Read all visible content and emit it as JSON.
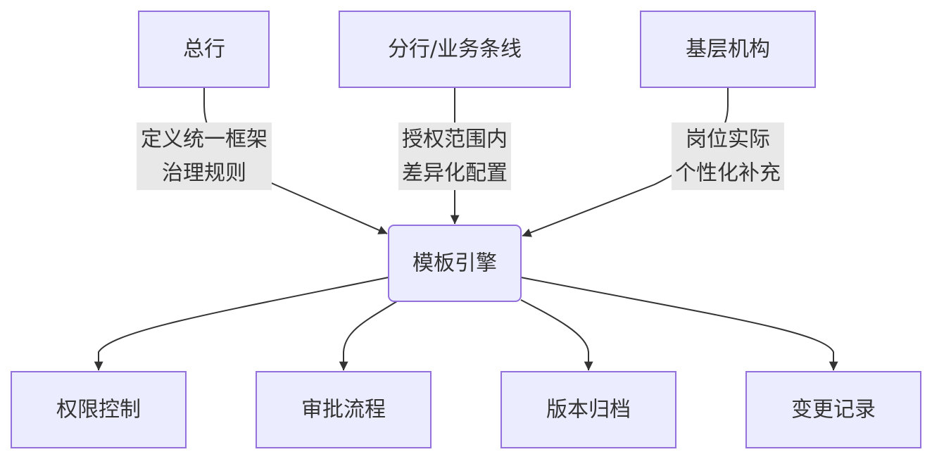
{
  "nodes": {
    "head_office": "总行",
    "branch": "分行/业务条线",
    "grassroots": "基层机构",
    "engine": "模板引擎",
    "permission": "权限控制",
    "approval": "审批流程",
    "version": "版本归档",
    "change": "变更记录"
  },
  "edge_labels": {
    "head_office_to_engine": [
      "定义统一框架",
      "治理规则"
    ],
    "branch_to_engine": [
      "授权范围内",
      "差异化配置"
    ],
    "grassroots_to_engine": [
      "岗位实际",
      "个性化补充"
    ]
  },
  "colors": {
    "node_fill": "#ececff",
    "node_stroke": "#9370db",
    "edge": "#333333",
    "label_bg": "#e8e8e8",
    "text": "#333333"
  }
}
